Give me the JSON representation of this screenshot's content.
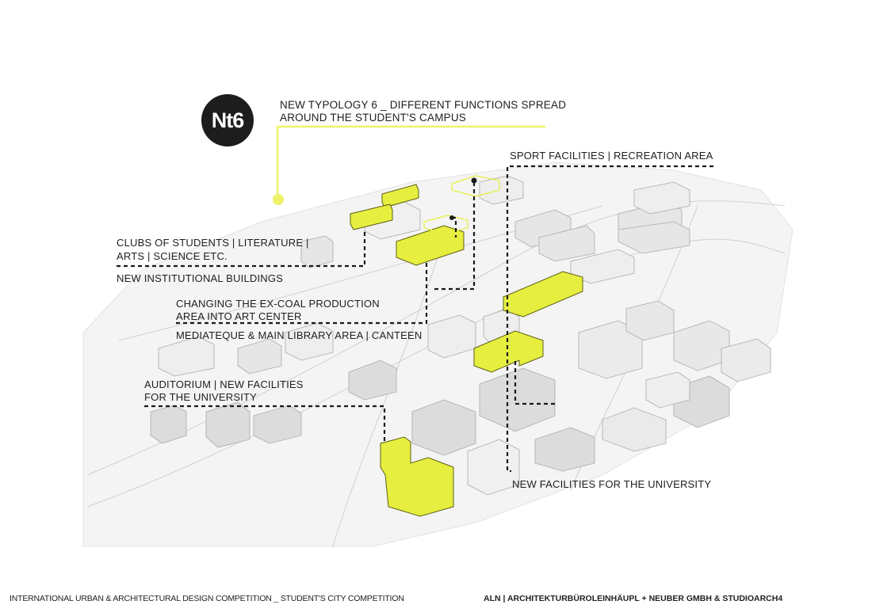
{
  "badge": "Nt6",
  "title": {
    "line1": "NEW TYPOLOGY 6 _ DIFFERENT FUNCTIONS SPREAD",
    "line2": "AROUND THE STUDENT'S CAMPUS"
  },
  "labels": {
    "sport": "SPORT FACILITIES | RECREATION AREA",
    "clubs1": "CLUBS OF STUDENTS | LITERATURE |",
    "clubs2": "ARTS | SCIENCE ETC.",
    "institutional": "NEW INSTITUTIONAL BUILDINGS",
    "coal1": "CHANGING THE EX-COAL PRODUCTION",
    "coal2": "AREA INTO ART CENTER",
    "mediateque": "MEDIATEQUE & MAIN LIBRARY AREA | CANTEEN",
    "auditorium1": "AUDITORIUM | NEW FACILITIES",
    "auditorium2": "FOR THE UNIVERSITY",
    "newfacilities": "NEW FACILITIES FOR THE UNIVERSITY"
  },
  "footer": {
    "left": "INTERNATIONAL URBAN & ARCHITECTURAL DESIGN COMPETITION _ STUDENT'S CITY COMPETITION",
    "right": "ALN | ARCHITEKTURBÜROLEINHÄUPL + NEUBER GMBH & STUDIOARCH4"
  },
  "colors": {
    "accent": "#e6ef3f",
    "accent_line": "#eef26a",
    "badge": "#1d1d1d"
  }
}
